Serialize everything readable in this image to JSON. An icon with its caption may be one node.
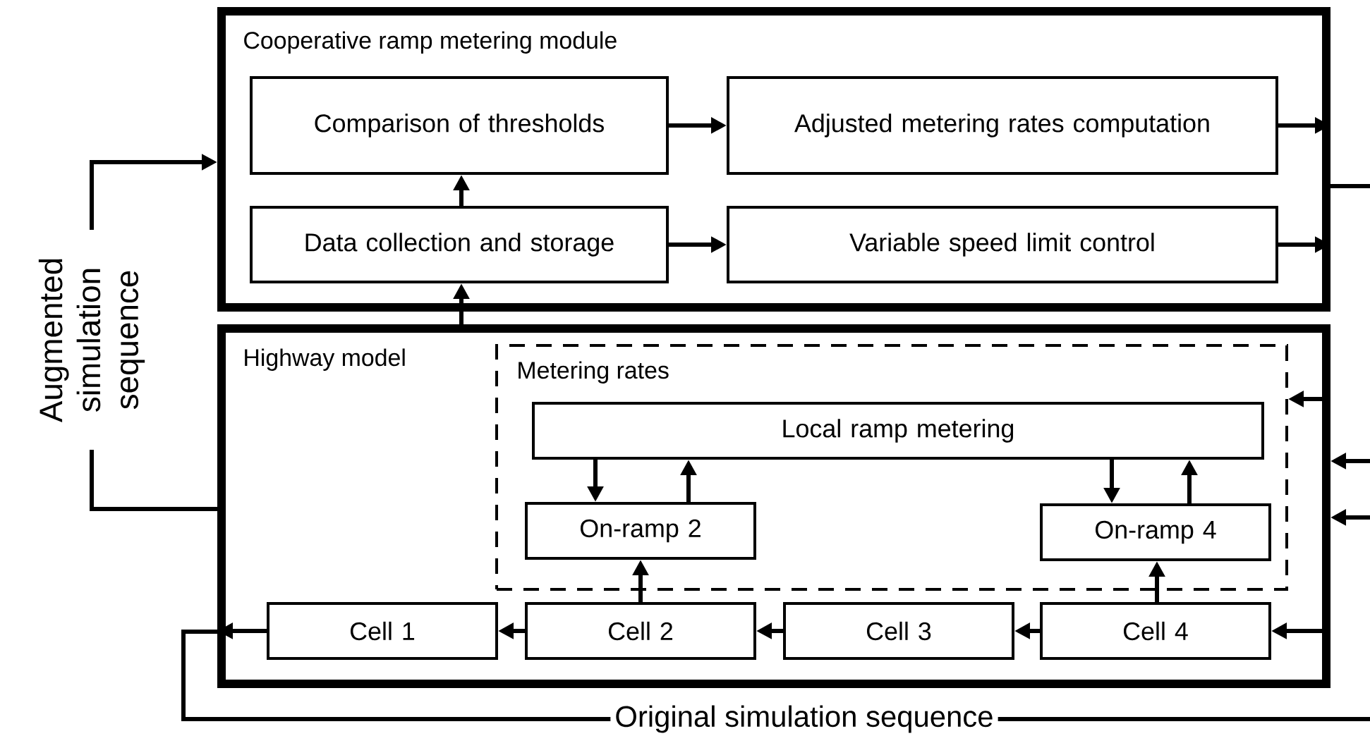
{
  "diagram": {
    "nodes": [
      {
        "text": [
          "Cooperative ramp metering module"
        ]
      },
      {
        "text": [
          "Comparison of thresholds"
        ],
        "in": 0
      },
      {
        "text": [
          "Adjusted metering rates computation"
        ],
        "in": 0
      },
      {
        "text": [
          "Data collection and storage"
        ],
        "in": 0
      },
      {
        "text": [
          "Variable speed limit control"
        ],
        "in": 0
      },
      {
        "text": [
          "Highway model"
        ]
      },
      {
        "text": [
          "Metering rates"
        ],
        "in": 5
      },
      {
        "text": [
          "Local ramp metering"
        ],
        "in": 6
      },
      {
        "text": [
          "On-ramp 2"
        ],
        "in": 6
      },
      {
        "text": [
          "On-ramp 4"
        ],
        "in": 6
      },
      {
        "text": [
          "Cell 1"
        ],
        "in": 5
      },
      {
        "text": [
          "Cell 2"
        ],
        "in": 5
      },
      {
        "text": [
          "Cell 3"
        ],
        "in": 5
      },
      {
        "text": [
          "Cell 4"
        ],
        "in": 5
      }
    ],
    "edges": [
      {
        "from": 1,
        "to": 2,
        "arrow": "to"
      },
      {
        "from": 3,
        "to": 4,
        "arrow": "to"
      },
      {
        "from": 3,
        "to": 1,
        "arrow": "to"
      },
      {
        "from": 5,
        "to": 3,
        "arrow": "to"
      },
      {
        "from": 2,
        "to": 0,
        "arrow": "to"
      },
      {
        "from": 4,
        "to": 0,
        "arrow": "to"
      },
      {
        "from": 0,
        "to": null,
        "arrow": "none"
      },
      {
        "from": 5,
        "to": 0,
        "arrow": "to",
        "label": "Augmented simulation sequence"
      },
      {
        "from": null,
        "to": 5,
        "arrow": "to"
      },
      {
        "from": null,
        "to": 5,
        "arrow": "to"
      },
      {
        "from": 5,
        "to": 6,
        "arrow": "to"
      },
      {
        "from": 7,
        "to": 8,
        "arrow": "to"
      },
      {
        "from": 8,
        "to": 7,
        "arrow": "to"
      },
      {
        "from": 7,
        "to": 9,
        "arrow": "to"
      },
      {
        "from": 9,
        "to": 7,
        "arrow": "to"
      },
      {
        "from": 11,
        "to": 8,
        "arrow": "to"
      },
      {
        "from": 13,
        "to": 9,
        "arrow": "to"
      },
      {
        "from": 5,
        "to": 13,
        "arrow": "to"
      },
      {
        "from": 13,
        "to": 12,
        "arrow": "to"
      },
      {
        "from": 12,
        "to": 11,
        "arrow": "to"
      },
      {
        "from": 11,
        "to": 10,
        "arrow": "to"
      },
      {
        "from": 10,
        "to": 5,
        "arrow": "to"
      },
      {
        "from": 5,
        "to": null,
        "arrow": "none",
        "label": "Original simulation sequence"
      }
    ]
  }
}
